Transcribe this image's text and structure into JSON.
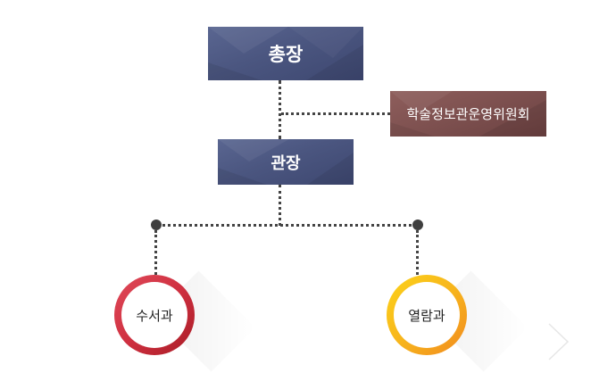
{
  "org_chart": {
    "top": {
      "label": "총장"
    },
    "advisory": {
      "label": "학술정보관운영위원회"
    },
    "middle": {
      "label": "관장"
    },
    "departments": [
      {
        "label": "수서과",
        "color": "#cf3040"
      },
      {
        "label": "열람과",
        "color": "#f7b51c"
      }
    ]
  },
  "colors": {
    "navy_box": "#4b5680",
    "maroon_box": "#7d504f",
    "connector": "#444444"
  },
  "nav": {
    "next_icon": "chevron-right-icon"
  }
}
